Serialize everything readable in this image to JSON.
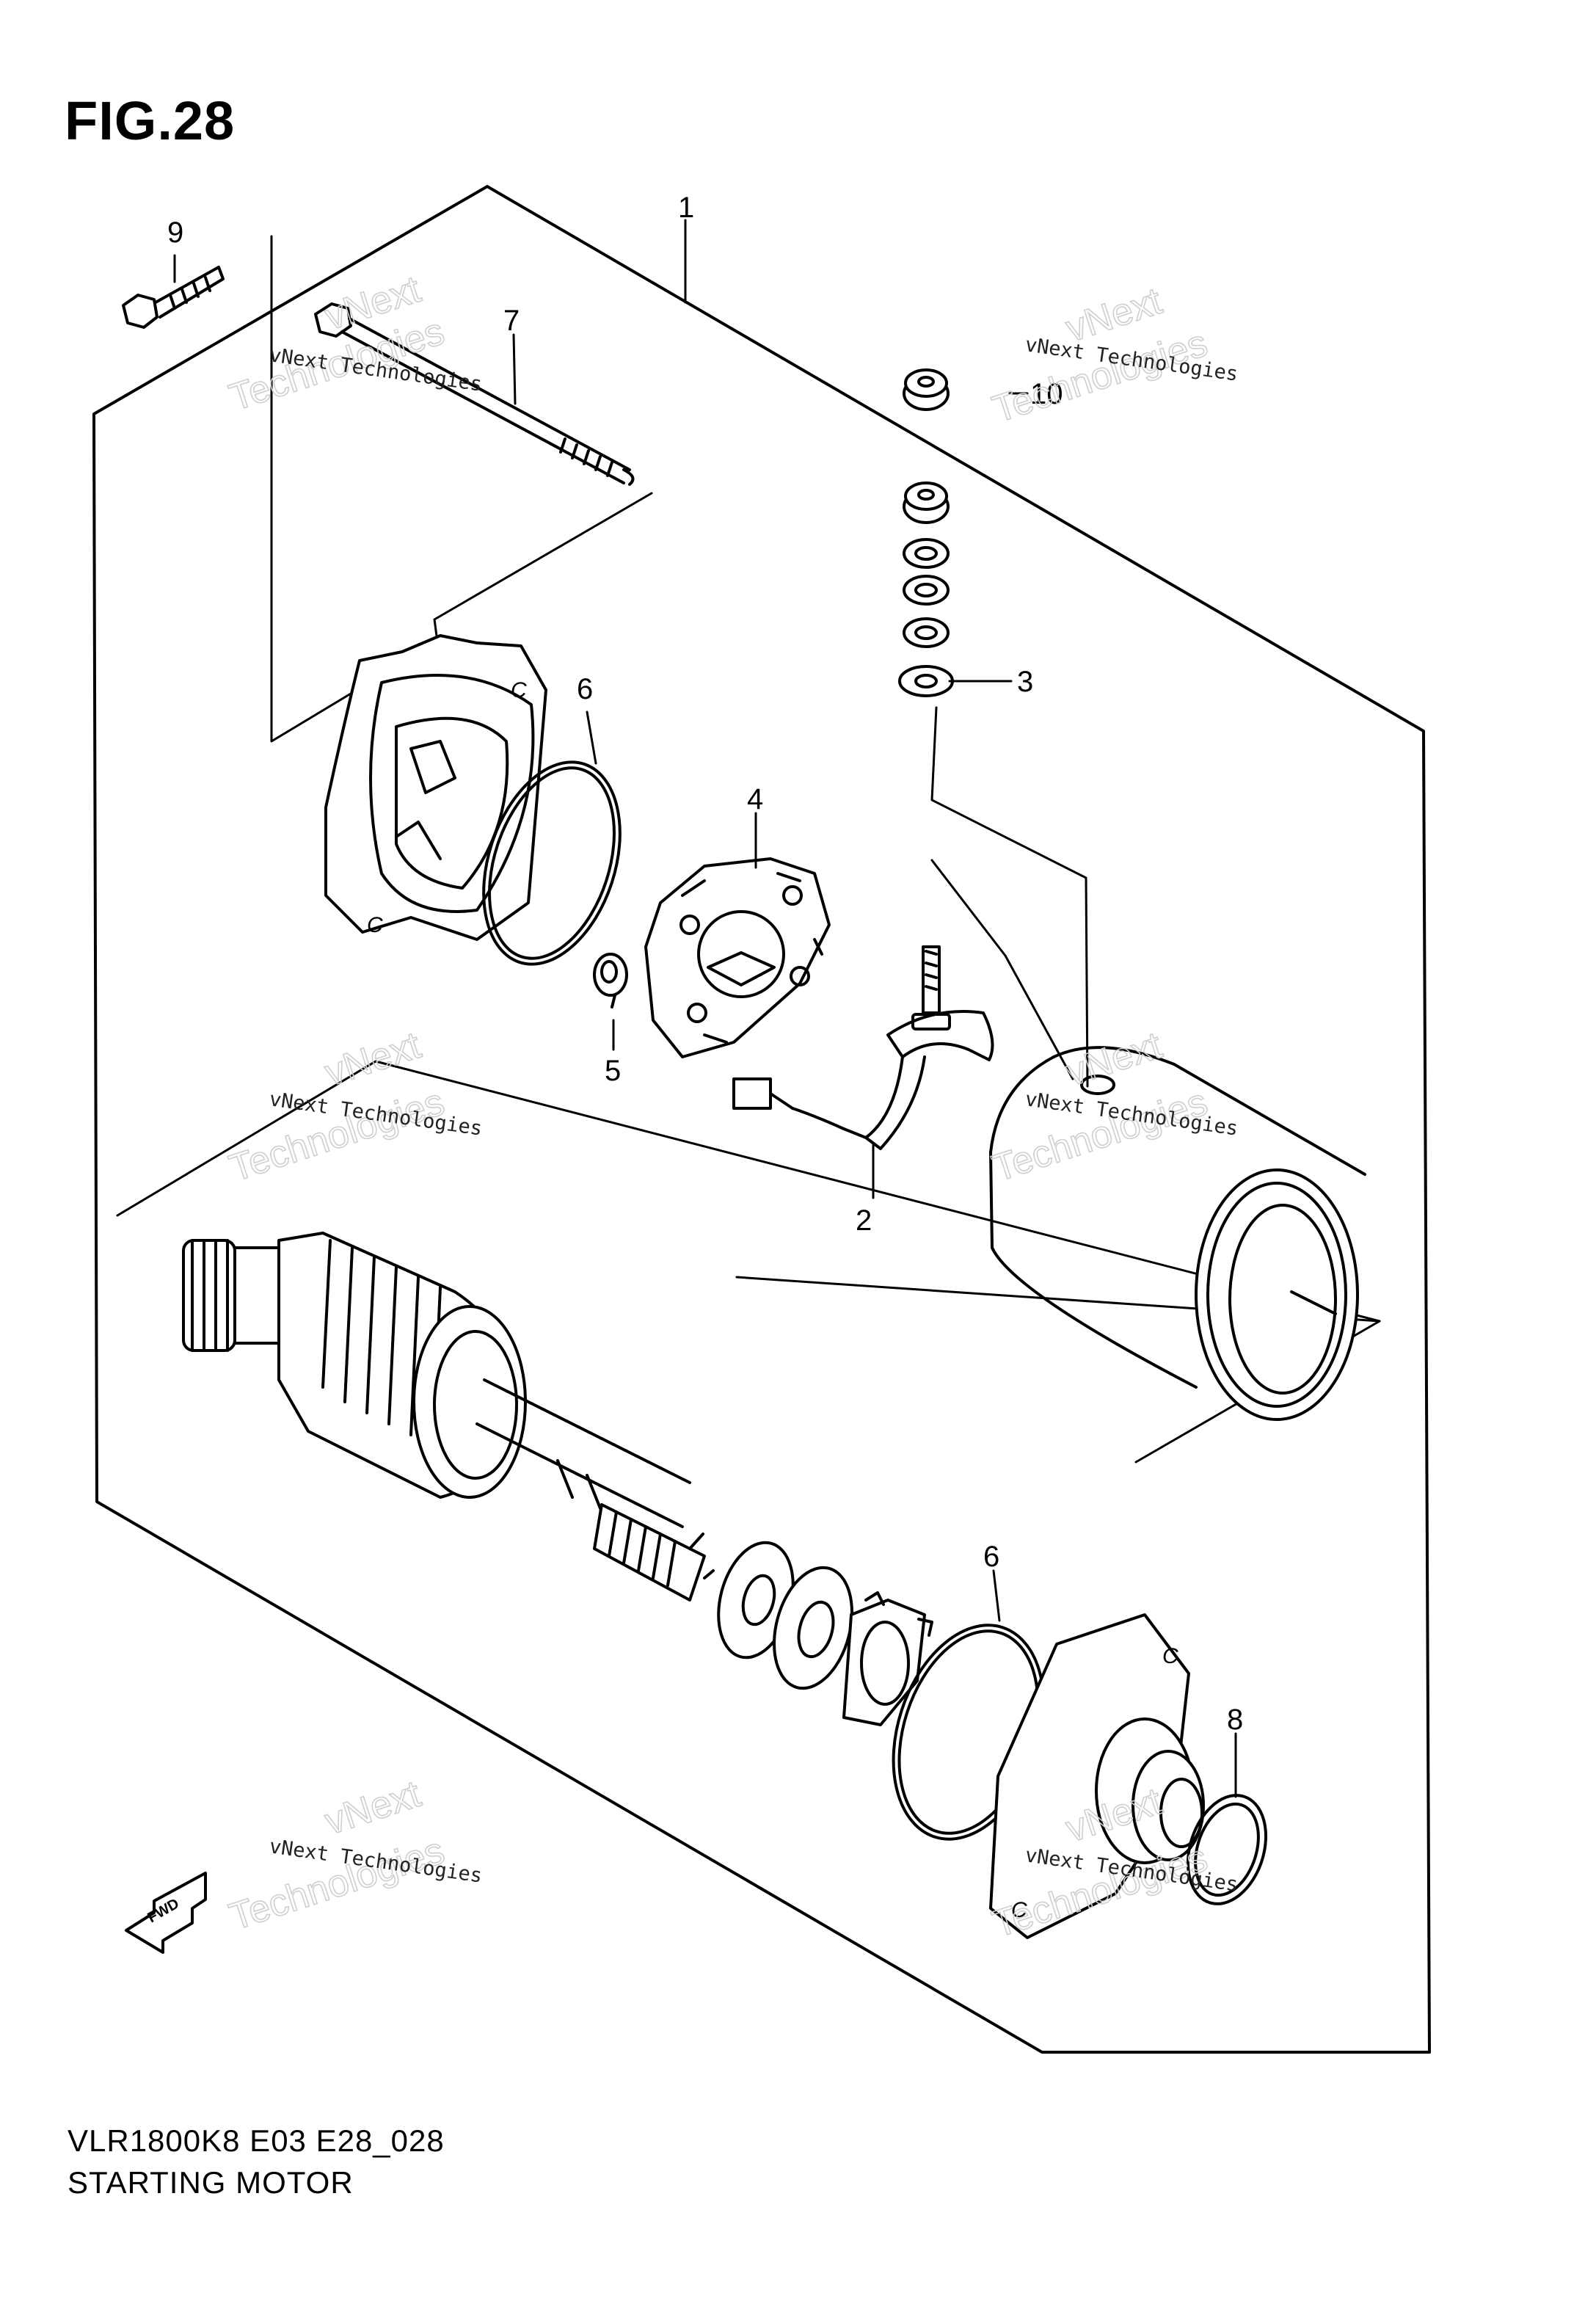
{
  "figure": {
    "title": "FIG.28",
    "model_code": "VLR1800K8 E03 E28_028",
    "caption": "STARTING MOTOR"
  },
  "callouts": [
    "1",
    "2",
    "3",
    "4",
    "5",
    "6",
    "6",
    "7",
    "8",
    "9",
    "10"
  ],
  "watermark": {
    "line1": "vNext Technologies",
    "line2": "vNext",
    "line3": "Technologies"
  },
  "direction_marker": "FWD"
}
